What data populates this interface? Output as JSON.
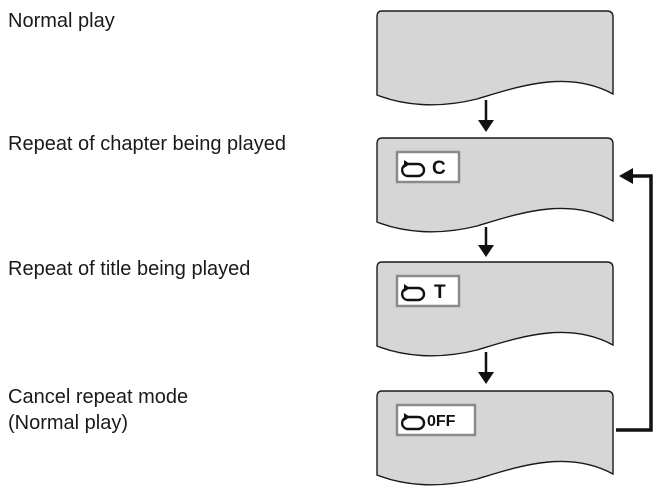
{
  "steps": [
    {
      "label": "Normal play",
      "osd": ""
    },
    {
      "label": "Repeat of chapter being played",
      "osd": "C"
    },
    {
      "label": "Repeat of title being played",
      "osd": "T"
    },
    {
      "label_lines": [
        "Cancel repeat mode",
        "(Normal play)"
      ],
      "osd": "0FF"
    }
  ],
  "colors": {
    "screen_fill": "#d6d6d6",
    "screen_stroke": "#1a1a1a",
    "osd_fill": "#ffffff",
    "osd_stroke": "#8a8a8a",
    "arrow": "#111111",
    "text": "#1a1a1a"
  },
  "icons": {
    "repeat": "repeat-icon"
  }
}
